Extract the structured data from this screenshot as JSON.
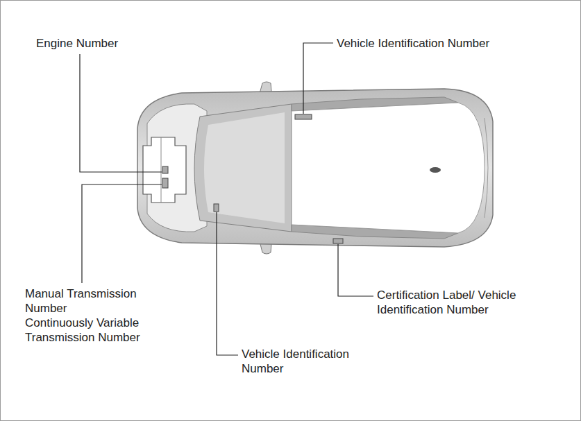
{
  "diagram": {
    "labels": [
      "Engine Number",
      "Vehicle Identification Number",
      "Manual Transmission Number",
      "Continuously Variable Transmission Number",
      "Certification Label/ Vehicle Identification Number",
      "Vehicle Identification Number"
    ]
  }
}
